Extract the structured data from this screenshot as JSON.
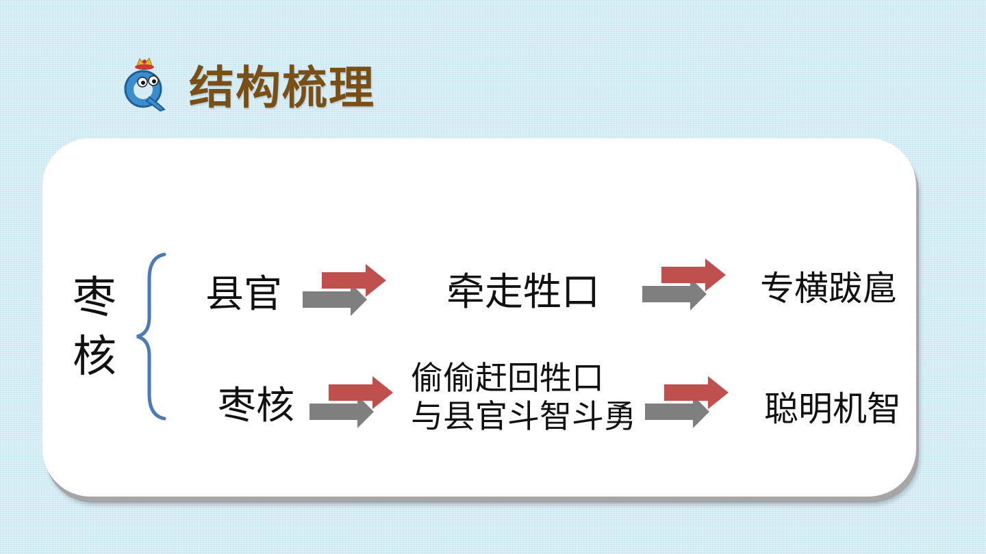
{
  "header": {
    "logo_icon": "cartoon-q-mascot-with-crown",
    "title": "结构梳理",
    "title_color": "#7a4f16"
  },
  "diagram": {
    "root": "枣核",
    "brace_color": "#4a7ab8",
    "arrow_colors": {
      "front": "#c0504d",
      "back": "#7f7f7f"
    },
    "rows": [
      {
        "character": "县官",
        "deed": "牵走牲口",
        "trait": "专横跋扈"
      },
      {
        "character": "枣核",
        "deed_line1": "偷偷赶回牲口",
        "deed_line2": "与县官斗智斗勇",
        "trait": "聪明机智"
      }
    ]
  }
}
